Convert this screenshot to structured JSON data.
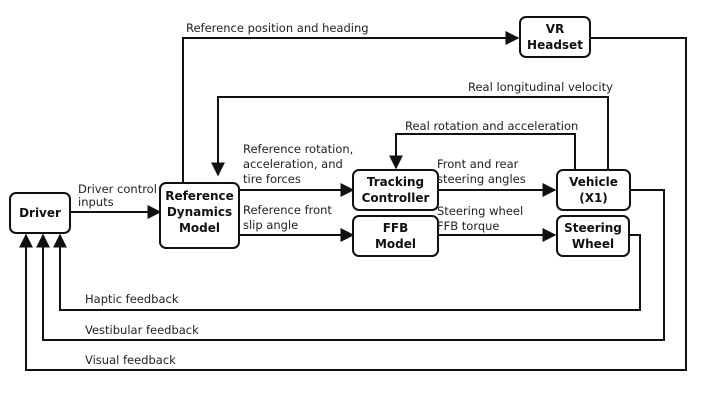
{
  "nodes": {
    "driver": {
      "lines": [
        "Driver"
      ]
    },
    "ref_model": {
      "lines": [
        "Reference",
        "Dynamics",
        "Model"
      ]
    },
    "tracking": {
      "lines": [
        "Tracking",
        "Controller"
      ]
    },
    "ffb": {
      "lines": [
        "FFB",
        "Model"
      ]
    },
    "vehicle": {
      "lines": [
        "Vehicle",
        "(X1)"
      ]
    },
    "steering": {
      "lines": [
        "Steering",
        "Wheel"
      ]
    },
    "vr": {
      "lines": [
        "VR",
        "Headset"
      ]
    }
  },
  "edges": {
    "driver_inputs": [
      "Driver control",
      "inputs"
    ],
    "ref_pos": [
      "Reference position and heading"
    ],
    "real_long": [
      "Real longitudinal velocity"
    ],
    "real_rot": [
      "Real rotation and acceleration"
    ],
    "ref_rot": [
      "Reference rotation,",
      "acceleration, and",
      "tire forces"
    ],
    "ref_slip": [
      "Reference front",
      "slip angle"
    ],
    "steer_angles": [
      "Front and rear",
      "steering angles"
    ],
    "ffb_torque": [
      "Steering wheel",
      "FFB torque"
    ],
    "haptic": [
      "Haptic feedback"
    ],
    "vestibular": [
      "Vestibular feedback"
    ],
    "visual": [
      "Visual feedback"
    ]
  }
}
